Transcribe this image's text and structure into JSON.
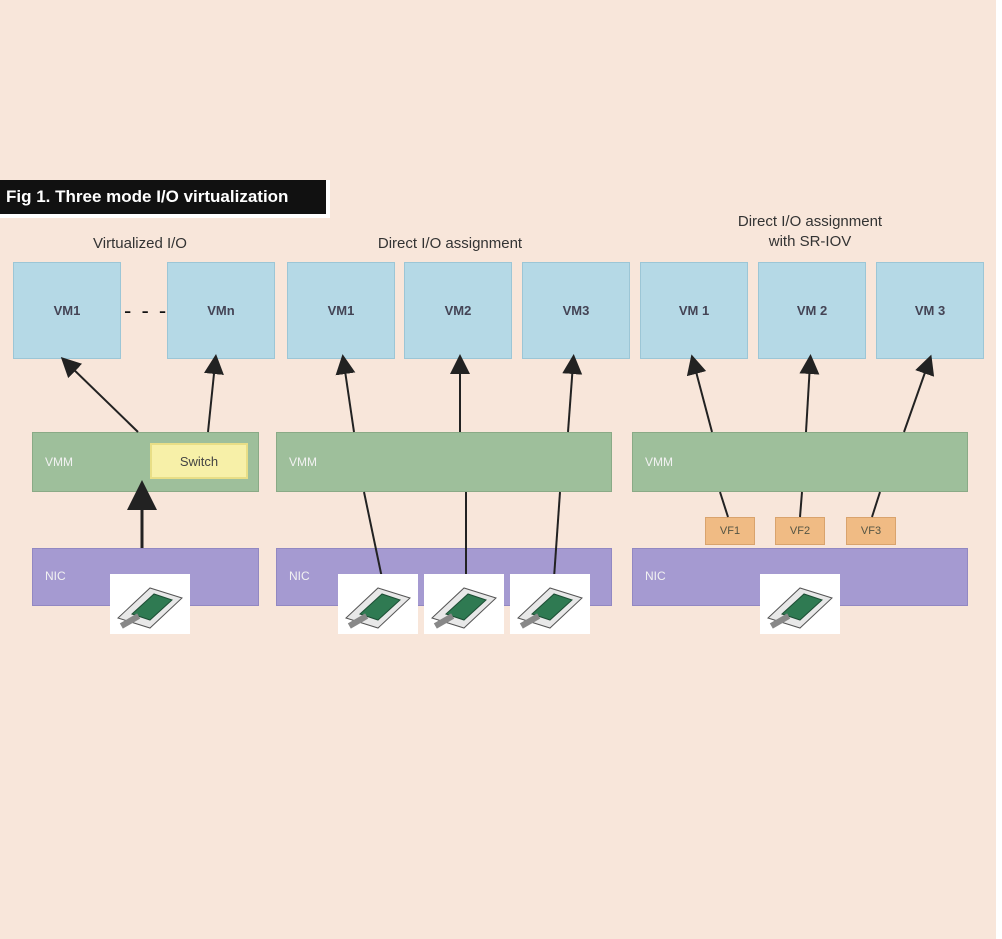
{
  "figure": {
    "title": "Fig 1. Three mode I/O virtualization"
  },
  "sections": [
    {
      "title": "Virtualized I/O",
      "vms": [
        "VM1",
        "VMn"
      ],
      "host_label": "VMM",
      "switch_label": "Switch",
      "nic_label": "NIC"
    },
    {
      "title": "Direct I/O assignment",
      "vms": [
        "VM1",
        "VM2",
        "VM3"
      ],
      "host_label": "VMM",
      "nic_label": "NIC"
    },
    {
      "title_line1": "Direct I/O assignment",
      "title_line2": "with SR-IOV",
      "vms": [
        "VM 1",
        "VM 2",
        "VM 3"
      ],
      "host_label": "VMM",
      "vfs": [
        "VF1",
        "VF2",
        "VF3"
      ],
      "nic_label": "NIC"
    }
  ],
  "colors": {
    "background": "#f8e6da",
    "vm": "#b5d9e6",
    "host": "#9ebf9b",
    "switch": "#f7f0a8",
    "nic": "#a59ad1",
    "vf": "#f0bb84"
  },
  "icons": {
    "network_card": "network-card-icon",
    "arrow": "arrow-up-icon"
  }
}
